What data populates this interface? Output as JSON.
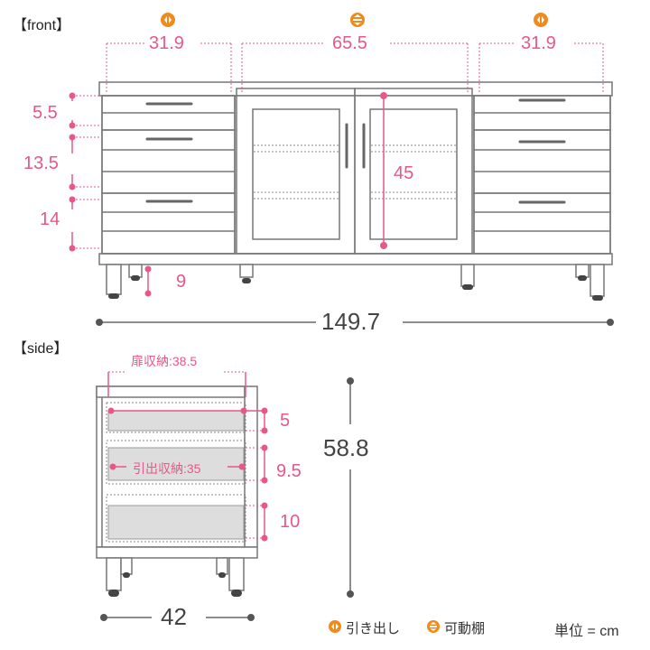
{
  "sections": {
    "front": "【front】",
    "side": "【side】"
  },
  "front": {
    "top_widths": [
      "31.9",
      "65.5",
      "31.9"
    ],
    "drawer_heights": [
      "5.5",
      "13.5",
      "14"
    ],
    "door_shelf_height": "45",
    "leg_height": "9",
    "total_width": "149.7"
  },
  "side": {
    "door_storage": "扉収納:38.5",
    "drawer_storage": "引出収納:35",
    "drawer_heights": [
      "5",
      "9.5",
      "10"
    ],
    "total_height": "58.8",
    "depth": "42"
  },
  "legend": {
    "drawer": "引き出し",
    "shelf": "可動棚",
    "unit": "単位 = cm"
  },
  "colors": {
    "accent": "#e8578a",
    "icon": "#f08a1c",
    "line": "#777777"
  },
  "icons": [
    "drawer-icon",
    "shelf-icon"
  ]
}
